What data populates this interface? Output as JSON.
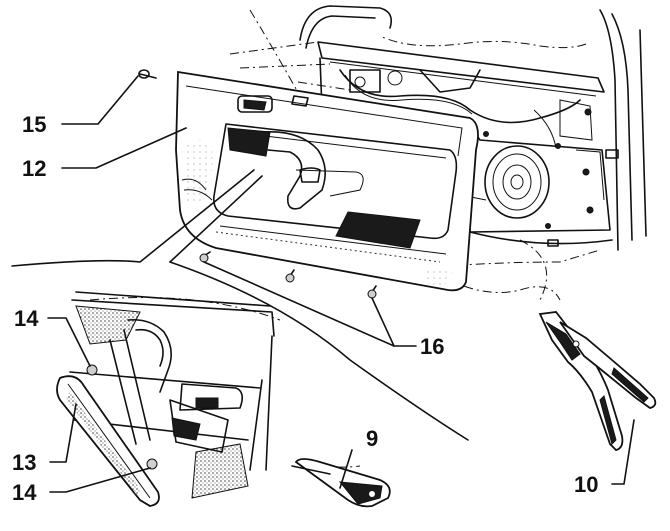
{
  "callouts": {
    "c15": "15",
    "c12": "12",
    "c14a": "14",
    "c16": "16",
    "c9": "9",
    "c13": "13",
    "c14b": "14",
    "c10": "10"
  }
}
